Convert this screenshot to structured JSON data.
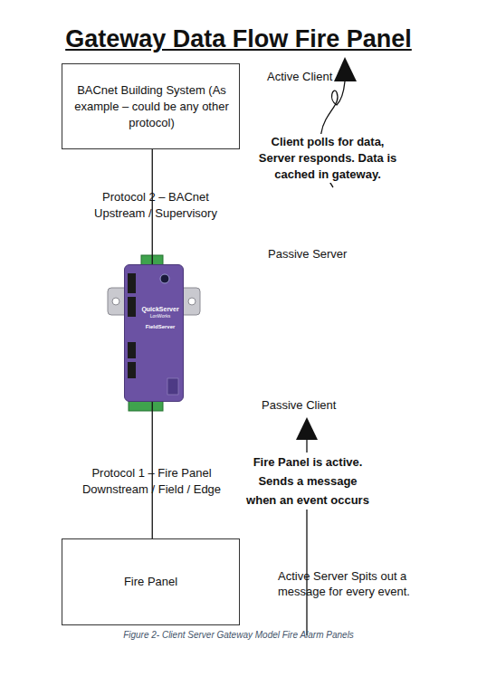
{
  "diagram": {
    "title": "Gateway Data Flow Fire Panel",
    "caption": "Figure 2- Client Server Gateway Model Fire Alarm Panels",
    "nodes": [
      {
        "text": [
          "BACnet Building System (As example – could be any other protocol)"
        ]
      },
      {
        "text": [
          "QuickServer",
          "LonWorks",
          "FieldServer"
        ]
      },
      {
        "text": [
          "Fire Panel"
        ]
      }
    ],
    "edges": [
      {
        "from": 0,
        "to": 1,
        "arrow": "none"
      },
      {
        "from": 1,
        "to": 2,
        "arrow": "none"
      }
    ],
    "labels": [
      "Active Client",
      "Client polls for data, Server responds. Data is cached in gateway.",
      "Protocol 2 – BACnet Upstream / Supervisory",
      "Passive Server",
      "Passive Client",
      "Protocol 1 – Fire Panel Downstream / Field / Edge",
      "Fire Panel is active. Sends a message when an event occurs",
      "Active Server Spits out a message for every event."
    ]
  }
}
